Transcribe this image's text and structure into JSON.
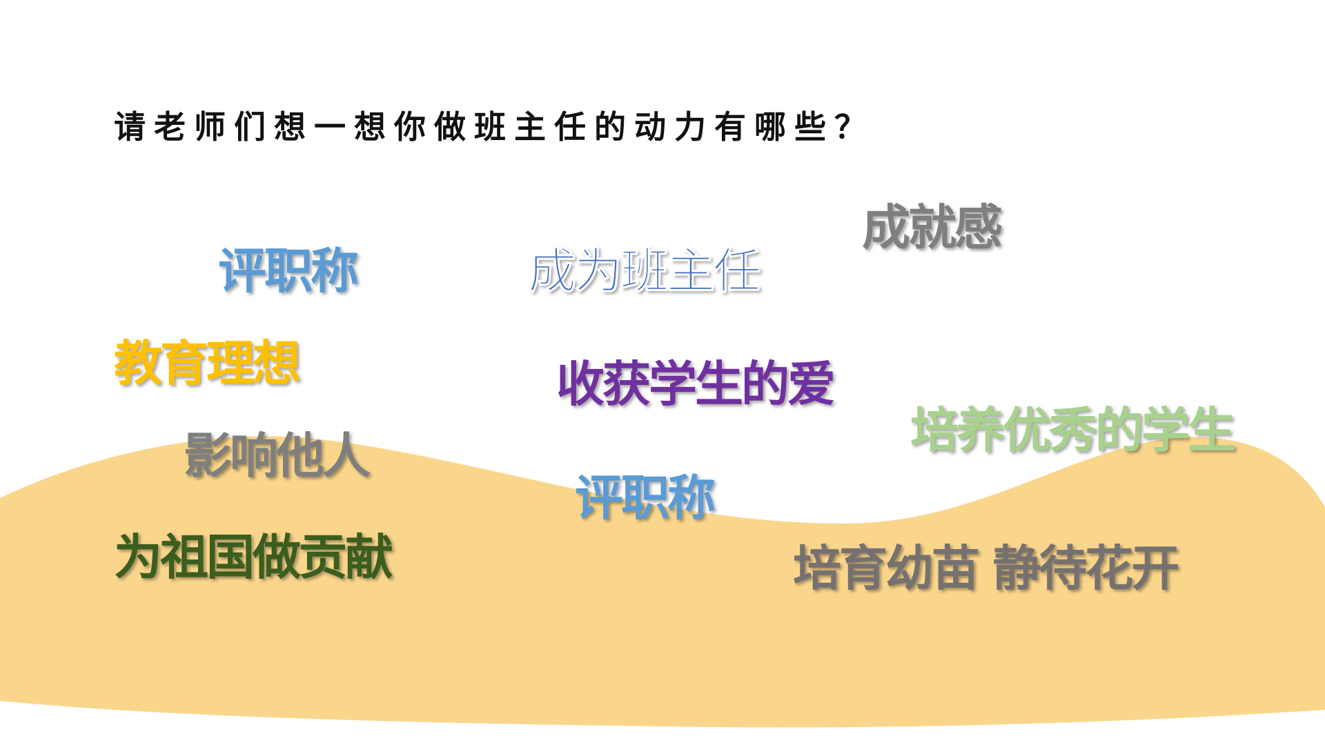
{
  "slide": {
    "title": "请老师们想一想你做班主任的动力有哪些？",
    "background_wave_color": "#FAD68C",
    "words": [
      {
        "text": "评职称",
        "color": "#5B9BD5"
      },
      {
        "text": "成为班主任",
        "color": "#4472C4"
      },
      {
        "text": "成就感",
        "color": "#7F7F7F"
      },
      {
        "text": "教育理想",
        "color": "#FFC000"
      },
      {
        "text": "收获学生的爱",
        "color": "#7030A0"
      },
      {
        "text": "培养优秀的学生",
        "color": "#A9D18E"
      },
      {
        "text": "影响他人",
        "color": "#7F7F7F"
      },
      {
        "text": "评职称",
        "color": "#5B9BD5"
      },
      {
        "text": "为祖国做贡献",
        "color": "#3B5E1E"
      },
      {
        "text": "培育幼苗 静待花开",
        "color": "#767171"
      }
    ]
  }
}
